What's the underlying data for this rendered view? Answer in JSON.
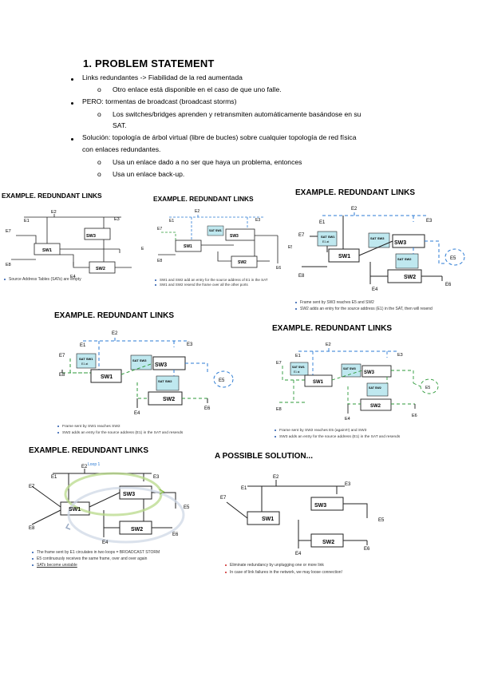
{
  "heading": "1.  PROBLEM STATEMENT",
  "bullets": [
    {
      "text": "Links redundantes -> Fiabilidad de la red aumentada",
      "sub": [
        "Otro enlace está disponible en el caso de que uno falle."
      ]
    },
    {
      "text": "PERO: tormentas de broadcast (broadcast storms)",
      "sub": [
        "Los switches/bridges aprenden y retransmiten automáticamente basándose en su",
        "SAT."
      ]
    },
    {
      "text": "Solución: topología de árbol virtual (libre de bucles) sobre cualquier topología de red física",
      "cont": "con enlaces redundantes.",
      "sub": [
        "Usa un enlace dado a no ser que haya un problema, entonces",
        "Usa un enlace back-up."
      ]
    }
  ],
  "sub_marker": "o",
  "panels": [
    {
      "title": "EXAMPLE. REDUNDANT LINKS",
      "captions": [
        "Source Address Tables (SATs) are empty"
      ]
    },
    {
      "title": "EXAMPLE. REDUNDANT LINKS",
      "captions": [
        "SW1 and SW2 add an entry for the source address of E1 in the SAT",
        "SW1 and SW2 resend the frame over all the other ports"
      ]
    },
    {
      "title": "EXAMPLE. REDUNDANT LINKS",
      "captions": [
        "Frame sent by SW3 reaches E5 and SW2",
        "SW2 adds an entry for the source address (E1) in the SAT, then will resend"
      ]
    },
    {
      "title": "EXAMPLE. REDUNDANT LINKS",
      "captions": [
        "Frame sent by SW1 reaches SW2",
        "SW2 adds an entry for the source address (E1) in the SAT and resends"
      ]
    },
    {
      "title": "EXAMPLE. REDUNDANT LINKS",
      "captions": [
        "Frame sent by SW2 reaches E5 (again!!!) and SW3",
        "SW3 adds an entry for the source address (E1) in the SAT and resends"
      ]
    },
    {
      "title": "EXAMPLE. REDUNDANT LINKS",
      "captions": [
        "The frame sent by E1 circulates in two loops = BROADCAST STORM",
        "E5 continuously receives the same frame, over and over again",
        "SATs become unstable"
      ],
      "loop_label": "Loop 1"
    },
    {
      "title": "A POSSIBLE SOLUTION...",
      "captions": [
        "Eliminate redundancy by unplugging one or more link",
        "In case of link failures in the network, we may loose connection!"
      ]
    }
  ],
  "labels": {
    "e1": "E1",
    "e2": "E2",
    "e3": "E3",
    "e4": "E4",
    "e5": "E5",
    "e6": "E6",
    "e7": "E7",
    "e8": "E8",
    "sw1": "SW1",
    "sw2": "SW2",
    "sw3": "SW3",
    "sat_sw1": "SAT SW1",
    "sat_sw2": "SAT SW2",
    "sat_sw3": "SAT SW3",
    "sat_entry": "E1 at"
  },
  "colors": {
    "accent_blue": "#2b7bd4",
    "accent_green": "#2e9a3a",
    "sat_fill": "#bfe8ef",
    "warning_red": "#cc2222"
  }
}
